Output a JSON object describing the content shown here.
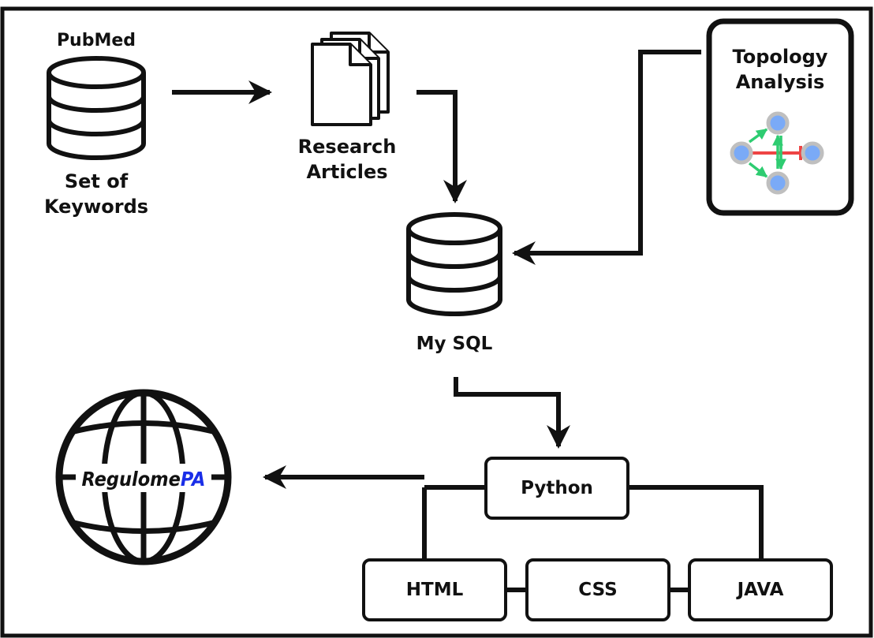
{
  "pubmed": {
    "title": "PubMed",
    "subtitle_line1": "Set of",
    "subtitle_line2": "Keywords"
  },
  "articles": {
    "line1": "Research",
    "line2": "Articles"
  },
  "topology": {
    "line1": "Topology",
    "line2": "Analysis"
  },
  "mysql": {
    "label": "My SQL"
  },
  "website": {
    "logo_part1": "Regulome",
    "logo_part2": "PA"
  },
  "tech": {
    "python": "Python",
    "html": "HTML",
    "css": "CSS",
    "java": "JAVA"
  },
  "colors": {
    "node_fill": "#7aaaf7",
    "node_stroke": "#bfbfbf",
    "activation": "#2ecc71",
    "inhibition": "#ee4444",
    "logo_accent": "#1a2ee8"
  }
}
